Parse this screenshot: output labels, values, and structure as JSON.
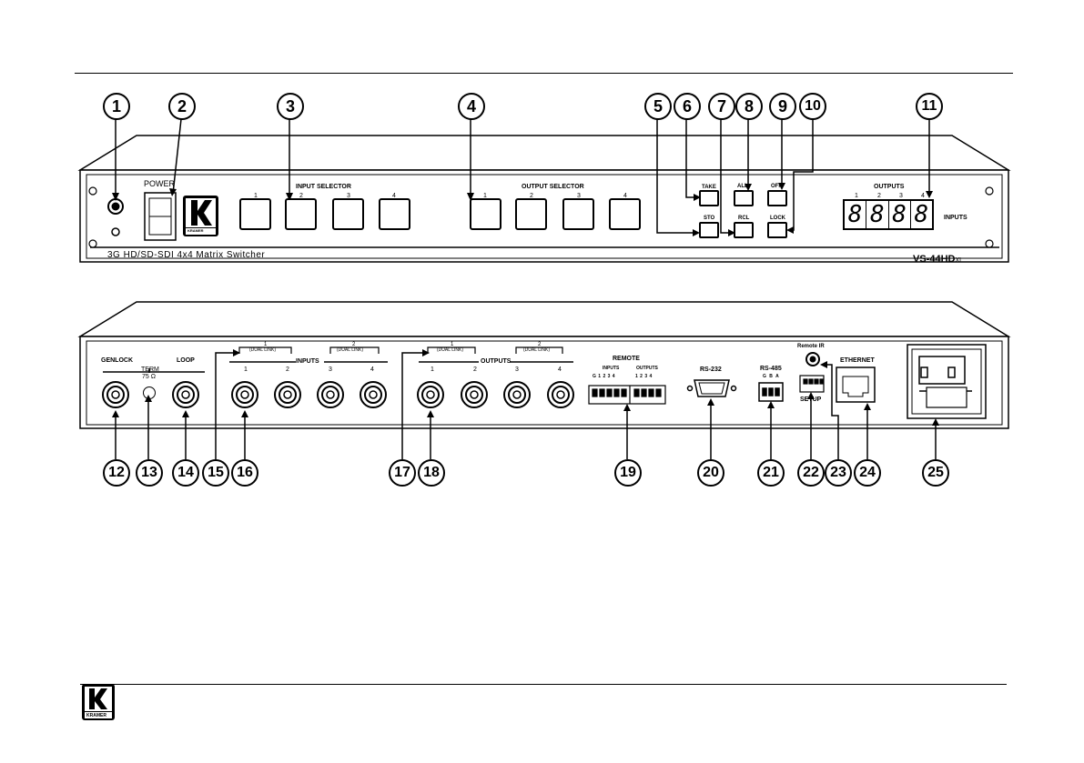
{
  "front": {
    "power_label": "POWER",
    "brand_small": "KRAMER",
    "input_selector_label": "INPUT SELECTOR",
    "output_selector_label": "OUTPUT SELECTOR",
    "button_numbers": [
      "1",
      "2",
      "3",
      "4"
    ],
    "take_label": "TAKE",
    "sto_label": "STO",
    "all_label": "ALL",
    "rcl_label": "RCL",
    "off_label": "OFF",
    "lock_label": "LOCK",
    "outputs_label": "OUTPUTS",
    "inputs_label": "INPUTS",
    "display_digits": [
      "8",
      "8",
      "8",
      "8"
    ],
    "model_desc": "3G HD/SD-SDI 4x4 Matrix Switcher",
    "model_name": "VS-44HD",
    "model_suffix": "XL"
  },
  "rear": {
    "genlock_label": "GENLOCK",
    "loop_label": "LOOP",
    "term_label": "TERM",
    "term_value": "75 Ω",
    "inputs_label": "INPUTS",
    "outputs_label": "OUTPUTS",
    "dual_link": "(DUAL LINK)",
    "group_numbers": [
      "1",
      "2"
    ],
    "port_numbers": [
      "1",
      "2",
      "3",
      "4"
    ],
    "remote_label": "REMOTE",
    "remote_inputs_label": "INPUTS",
    "remote_outputs_label": "OUTPUTS",
    "remote_inputs_pins": "G 1 2 3 4",
    "remote_outputs_pins": "1 2 3 4",
    "rs232_label": "RS-232",
    "rs485_label": "RS-485",
    "rs485_pins": "G B A",
    "remote_ir_label": "Remote IR",
    "ethernet_label": "ETHERNET",
    "setup_label": "SETUP"
  },
  "callouts": [
    "1",
    "2",
    "3",
    "4",
    "5",
    "6",
    "7",
    "8",
    "9",
    "10",
    "11",
    "12",
    "13",
    "14",
    "15",
    "16",
    "17",
    "18",
    "19",
    "20",
    "21",
    "22",
    "23",
    "24",
    "25"
  ],
  "footer_logo": "KRAMER"
}
